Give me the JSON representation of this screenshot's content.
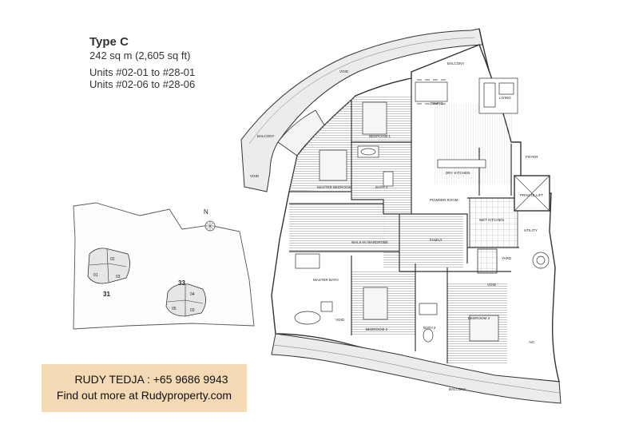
{
  "header": {
    "type": "Type C",
    "area": "242 sq m (2,605 sq ft)",
    "units_1": "Units #02-01 to #28-01",
    "units_2": "Units #02-06 to #28-06"
  },
  "site_plan": {
    "north": "N",
    "block_31": "31",
    "block_33": "33",
    "units_31": [
      "01",
      "02",
      "03"
    ],
    "units_33": [
      "04",
      "05",
      "03"
    ]
  },
  "rooms": {
    "balcony_top": "BALCONY",
    "balcony_left": "BALCONY",
    "balcony_bottom": "BALCONY",
    "living": "LIVING",
    "dining": "DINING",
    "bedroom1": "BEDROOM 1",
    "bath1": "BATH 1",
    "master_bedroom": "MASTER BEDROOM",
    "dry_kitchen": "DRY KITCHEN",
    "powder_room": "POWDER ROOM",
    "wet_kitchen": "WET KITCHEN",
    "foyer": "FOYER",
    "private_lift": "PRIVATE LIFT",
    "utility": "UTILITY",
    "yard": "YARD",
    "family": "FAMILY",
    "walk_in_wardrobe": "WALK-IN WARDROBE",
    "master_bath": "MASTER BATH",
    "bedroom2": "BEDROOM 2",
    "bath2": "BATH 2",
    "bedroom3": "BEDROOM 3",
    "ac": "A/C",
    "void_1": "VOID",
    "void_2": "VOID",
    "void_3": "VOID",
    "void_4": "VOID"
  },
  "contact": {
    "name": "RUDY TEDJA : +65 9686 9943",
    "site": "Find out more at Rudyproperty.com"
  },
  "colors": {
    "contact_bg": "#f3d9b4",
    "wall": "#333333",
    "hatch": "#b8b8b8",
    "balcony": "#e8e8e8"
  }
}
